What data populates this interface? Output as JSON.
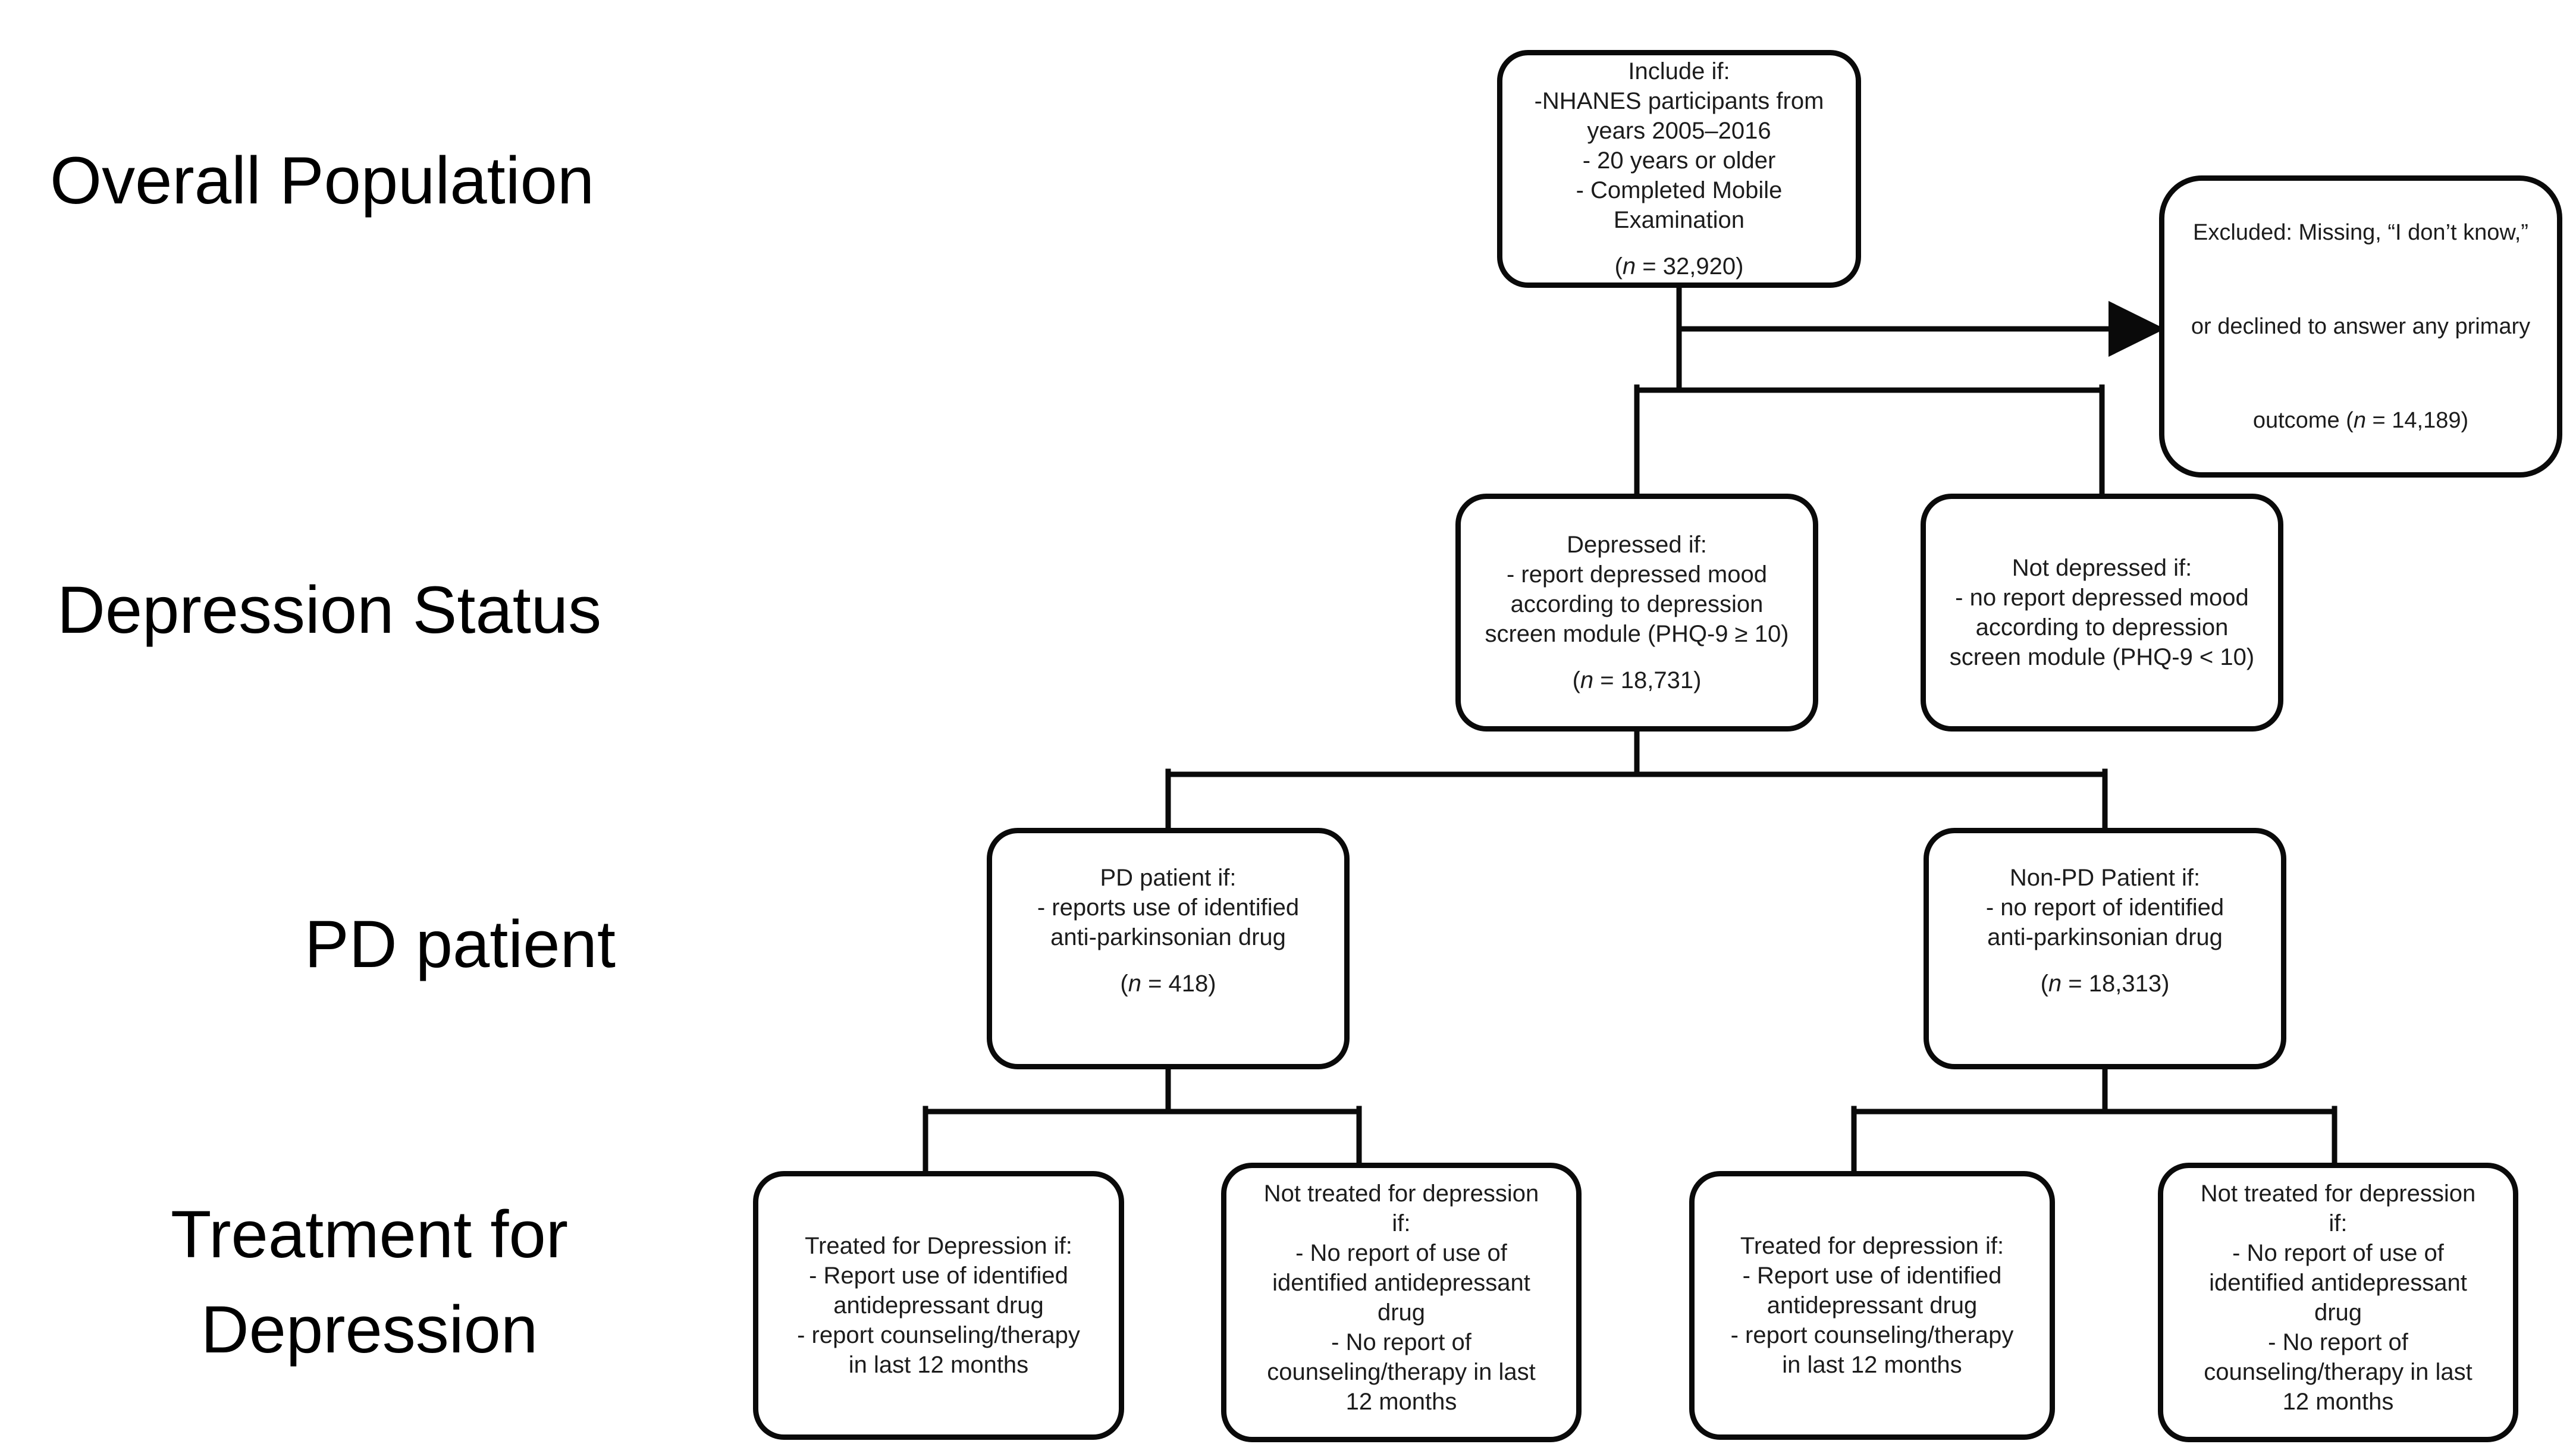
{
  "diagram": {
    "background": "#ffffff",
    "line_color": "#000000",
    "text_color": "#1c1c1c"
  },
  "row_labels": [
    {
      "id": "overall-population",
      "text": "Overall Population"
    },
    {
      "id": "depression-status",
      "text": "Depression Status"
    },
    {
      "id": "pd-patient",
      "text": "PD patient"
    },
    {
      "id": "treatment-for-depression",
      "text": "Treatment for\nDepression"
    }
  ],
  "boxes": {
    "include": {
      "body": "Include if:\n-NHANES participants from\nyears 2005–2016\n- 20 years or older\n- Completed Mobile\nExamination",
      "n": "(n = 32,920)"
    },
    "excluded": {
      "body": "Excluded: Missing, “I don’t know,”\nor declined to answer any primary\noutcome (n = 14,189)"
    },
    "depressed": {
      "body": "Depressed if:\n- report depressed mood\naccording to depression\nscreen module (PHQ-9 ≥ 10)",
      "n": "(n = 18,731)"
    },
    "not_depressed": {
      "body": "Not depressed if:\n- no report depressed mood\naccording to depression\nscreen module (PHQ-9 < 10)"
    },
    "pd_patient": {
      "body": "PD patient if:\n- reports use of identified\nanti-parkinsonian drug",
      "n": "(n = 418)"
    },
    "non_pd_patient": {
      "body": "Non-PD Patient if:\n- no report of identified\nanti-parkinsonian drug",
      "n": "(n = 18,313)"
    },
    "treated_pd": {
      "body": "Treated for Depression if:\n- Report use of identified\nantidepressant drug\n- report counseling/therapy\nin last 12 months"
    },
    "not_treated_pd": {
      "body": "Not treated for depression\nif:\n- No report of use of\nidentified antidepressant\ndrug\n- No report of\ncounseling/therapy in last\n12 months"
    },
    "treated_non_pd": {
      "body": "Treated for depression if:\n- Report use of identified\nantidepressant drug\n- report counseling/therapy\nin last 12 months"
    },
    "not_treated_non_pd": {
      "body": "Not treated for depression\nif:\n- No report of use of\nidentified antidepressant\ndrug\n- No report of\ncounseling/therapy in last\n12 months"
    }
  }
}
